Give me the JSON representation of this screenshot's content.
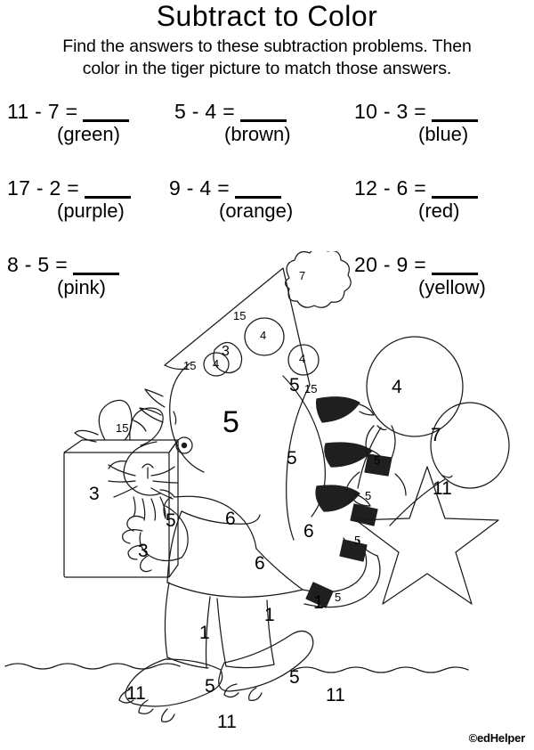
{
  "worksheet": {
    "title": "Subtract to Color",
    "instructions_line1": "Find the answers to these subtraction problems. Then",
    "instructions_line2": "color in the tiger picture to match those answers.",
    "credit": "©edHelper"
  },
  "problems": [
    [
      {
        "expression": "11 - 7 =",
        "color": "(green)"
      },
      {
        "expression": "5 - 4 =",
        "color": "(brown)"
      },
      {
        "expression": "10 - 3 =",
        "color": "(blue)"
      }
    ],
    [
      {
        "expression": "17 - 2 =",
        "color": "(purple)"
      },
      {
        "expression": "9 - 4 =",
        "color": "(orange)"
      },
      {
        "expression": "12 - 6 =",
        "color": "(red)"
      }
    ],
    [
      {
        "expression": "8 - 5 =",
        "color": "(pink)"
      },
      {
        "expression": "20 - 9 =",
        "color": "(yellow)"
      }
    ]
  ],
  "picture": {
    "subject": "tiger-with-party-hat-gift-balloons",
    "region_labels": {
      "hat_pompom": "7",
      "hat_dot_a": "4",
      "hat_dot_b": "4",
      "hat_dot_c": "4",
      "hat_body_a": "15",
      "hat_body_b": "15",
      "hat_body_c": "15",
      "ear": "3",
      "face": "5",
      "back_upper": "5",
      "back_lower": "5",
      "gift_bow": "15",
      "gift_front": "3",
      "gift_side": "3",
      "paw_left": "5",
      "shirt_sleeve": "6",
      "shirt_front": "6",
      "shirt_side": "6",
      "leg_left": "1",
      "leg_mid": "1",
      "leg_right": "1",
      "foot_left": "5",
      "foot_right": "5",
      "tail_a": "5",
      "tail_b": "5",
      "tail_c": "5",
      "tail_d": "5",
      "balloon_big": "4",
      "balloon_small": "7",
      "star": "11",
      "ground_left": "11",
      "ground_mid": "11",
      "ground_right": "11"
    }
  }
}
